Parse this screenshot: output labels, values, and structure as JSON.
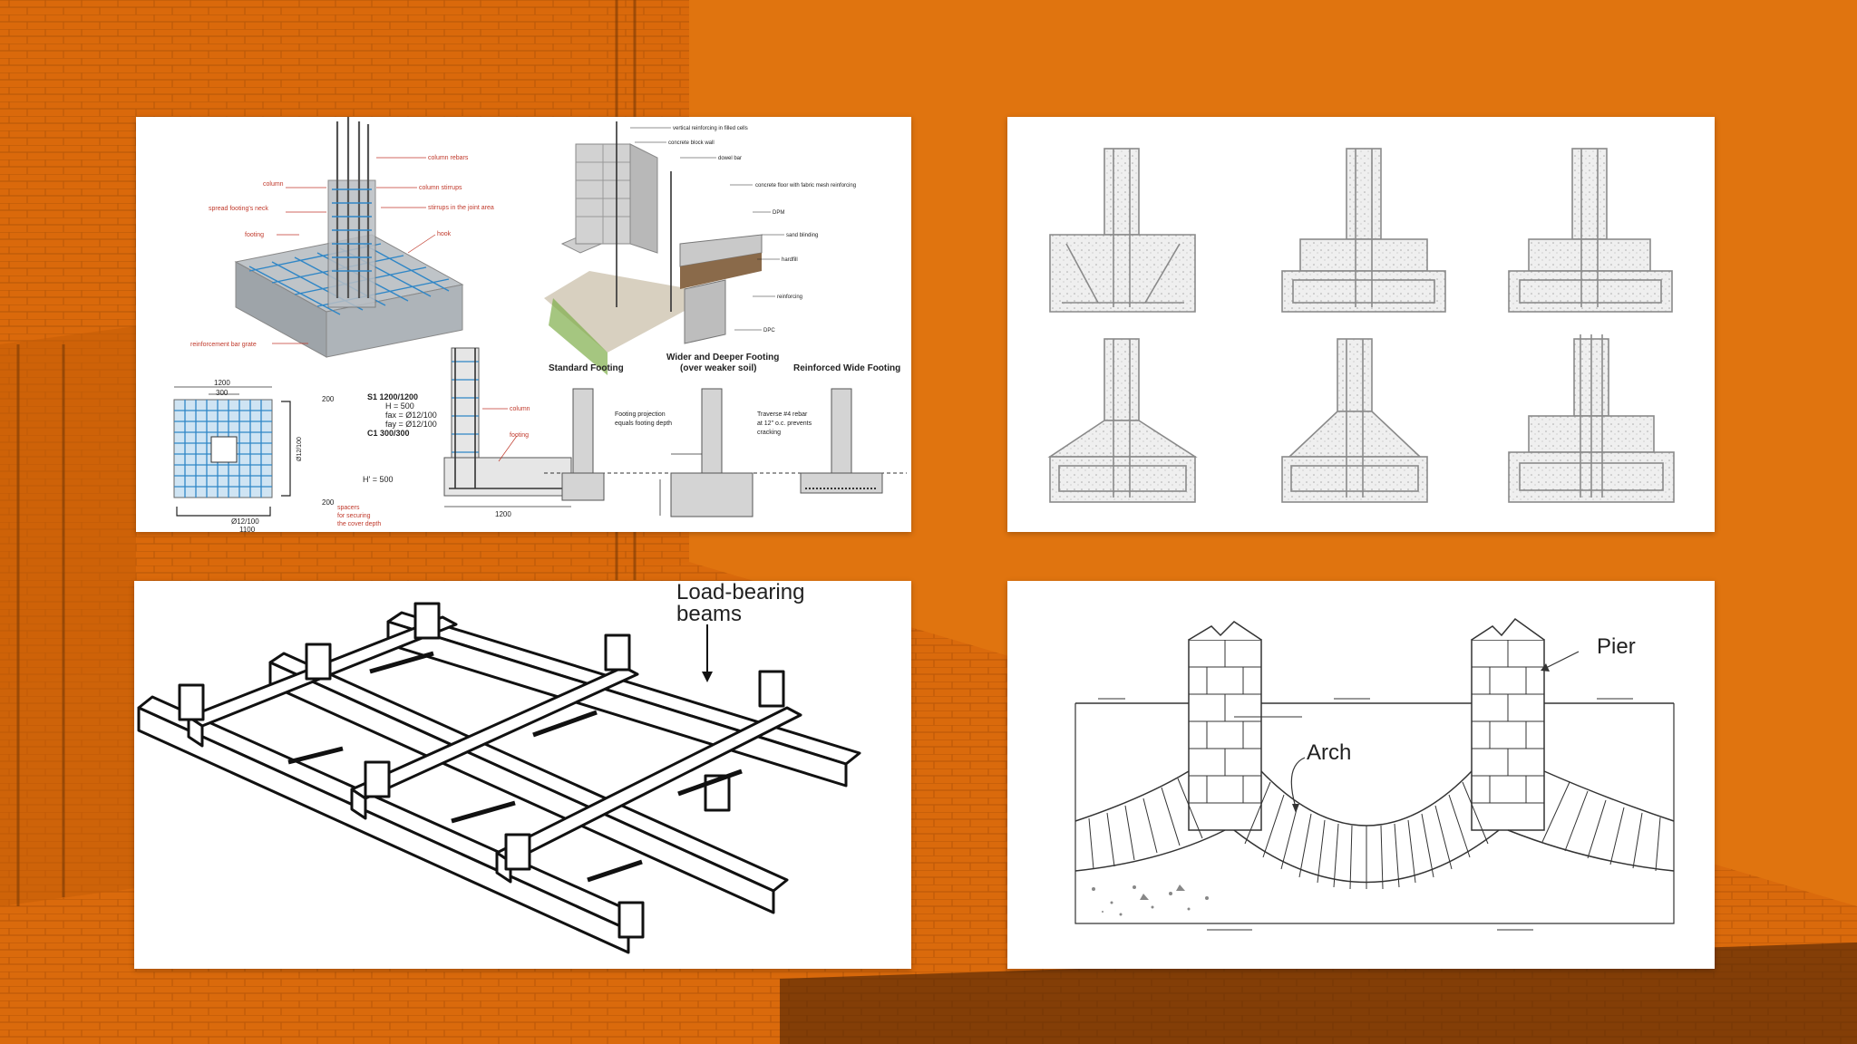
{
  "colors": {
    "background": "#e0740f",
    "panel": "#ffffff",
    "rebar": "#2f86c6",
    "annotation": "#c0392b"
  },
  "panel1": {
    "labels": {
      "column_rebars": "column rebars",
      "column": "column",
      "column_stirrups": "column stirrups",
      "spread_footing_neck": "spread footing's neck",
      "stirrups_joint": "stirrups in the joint area",
      "footing": "footing",
      "hook": "hook",
      "reinforcement_bar_grate": "reinforcement bar grate",
      "vertical_reinforcing": "vertical reinforcing in filled cells",
      "concrete_block_wall": "concrete block wall",
      "dowel_bar": "dowel bar",
      "concrete_floor": "concrete floor with fabric mesh reinforcing",
      "dpm": "DPM",
      "sand_blinding": "sand blinding",
      "hardfill": "hardfill",
      "reinforcing": "reinforcing",
      "dpc": "DPC",
      "standard_footing": "Standard Footing",
      "wider_deeper_1": "Wider and Deeper Footing",
      "wider_deeper_2": "(over weaker soil)",
      "reinforced_wide": "Reinforced Wide Footing",
      "projection_1": "Footing projection",
      "projection_2": "equals footing depth",
      "rebar_note_1": "Traverse #4 rebar",
      "rebar_note_2": "at 12\" o.c. prevents",
      "rebar_note_3": "cracking"
    },
    "plan": {
      "dim_1200": "1200",
      "dim_300": "300",
      "dim_200": "200",
      "dim_phi": "Ø12/100",
      "dim_1100": "1100",
      "spec_1": "S1 1200/1200",
      "spec_2": "H = 500",
      "spec_3": "fax = Ø12/100",
      "spec_4": "fay = Ø12/100",
      "spec_5": "C1 300/300",
      "h_dim": "H' = 500",
      "column": "column",
      "footing": "footing",
      "spacers_1": "spacers",
      "spacers_2": "for securing",
      "spacers_3": "the cover depth",
      "dim_1200b": "1200"
    }
  },
  "panel3": {
    "label_line1": "Load-bearing",
    "label_line2": "beams"
  },
  "panel4": {
    "pier": "Pier",
    "arch": "Arch"
  }
}
